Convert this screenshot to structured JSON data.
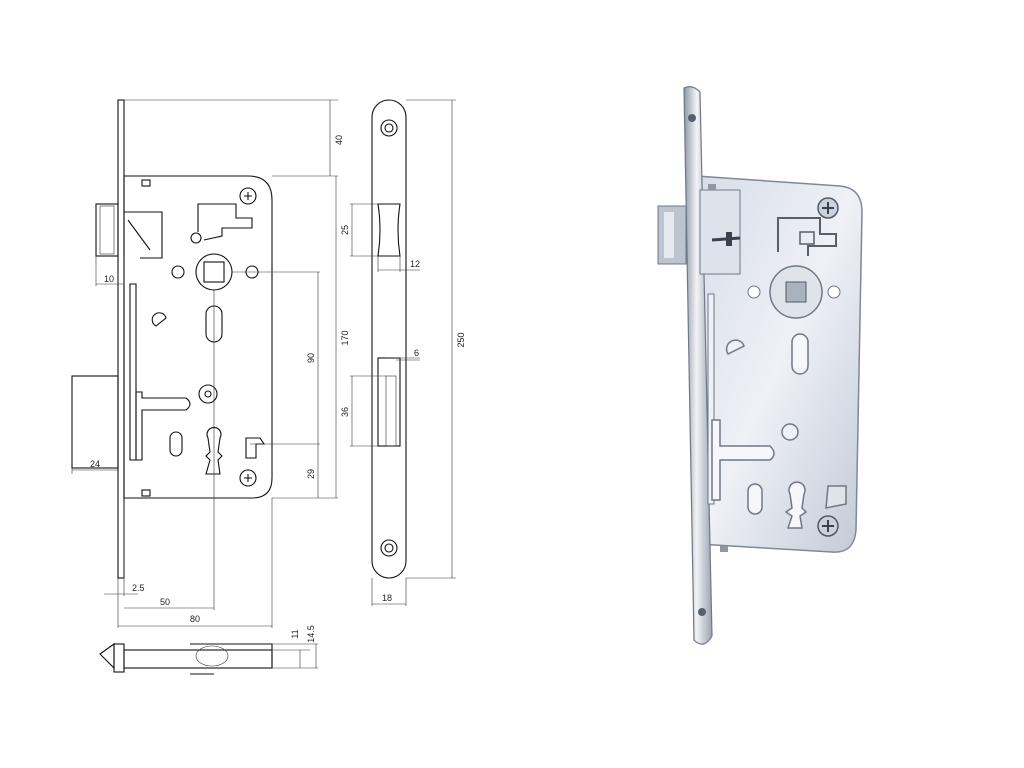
{
  "dimensions": {
    "top_offset": "40",
    "height_total": "170",
    "plate_length": "250",
    "handle_to_key": "90",
    "latch_height": "25",
    "latch_depth": "12",
    "bolt_thickness": "6",
    "bolt_height": "36",
    "key_to_bottom": "29",
    "latch_throw": "10",
    "bolt_throw": "24",
    "plate_thickness": "2.5",
    "backset": "50",
    "body_width": "80",
    "plate_width": "18",
    "body_depth": "11",
    "total_depth": "14.5"
  },
  "colors": {
    "line": "#111111",
    "steel_light": "#e8ecf2",
    "steel_mid": "#c9d1dc",
    "steel_dark": "#8d97a5"
  }
}
